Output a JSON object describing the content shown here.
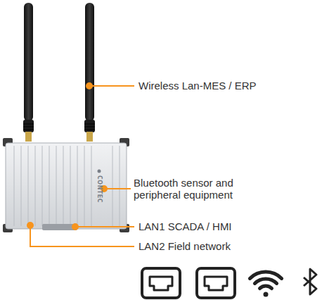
{
  "diagram": {
    "labels": [
      "Wireless Lan-MES / ERP",
      "Bluetooth sensor and peripheral equipment",
      "LAN1 SCADA / HMI",
      "LAN2 Field network",
      "CONTEC"
    ]
  }
}
